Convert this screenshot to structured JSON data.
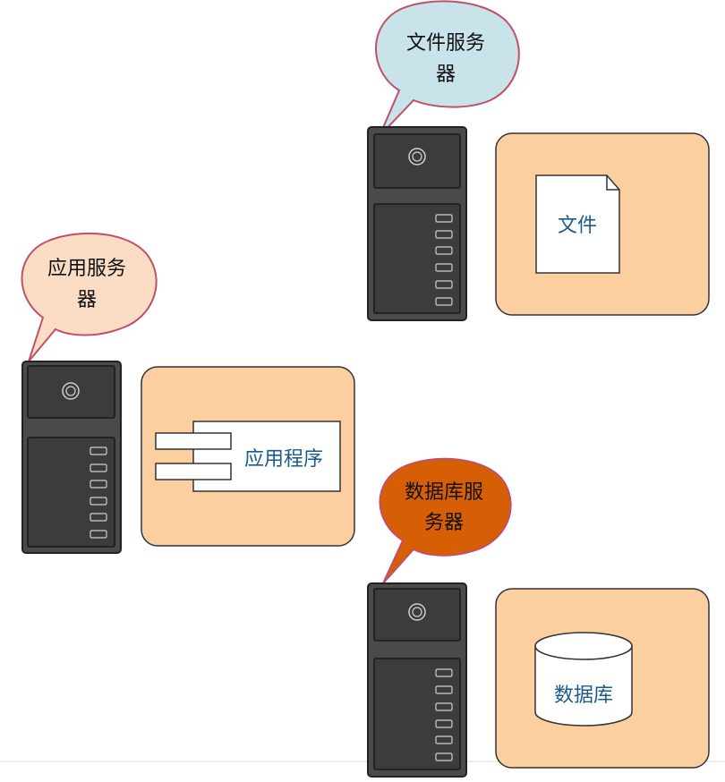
{
  "colors": {
    "bubble_file": "#c9e3ea",
    "bubble_app": "#fbdcc5",
    "bubble_db": "#d65f06",
    "bubble_stroke": "#c0506a",
    "container_fill": "#fbcf9f",
    "server_body": "#4a4a4a",
    "content_text": "#1a5b8c"
  },
  "nodes": {
    "file_server": {
      "bubble_line1": "文件服务",
      "bubble_line2": "器",
      "content_label": "文件",
      "icon": "server-icon",
      "content_icon": "document-icon"
    },
    "app_server": {
      "bubble_line1": "应用服务",
      "bubble_line2": "器",
      "content_label": "应用程序",
      "icon": "server-icon",
      "content_icon": "component-icon"
    },
    "db_server": {
      "bubble_line1": "数据库服",
      "bubble_line2": "务器",
      "content_label": "数据库",
      "icon": "server-icon",
      "content_icon": "database-icon"
    }
  }
}
